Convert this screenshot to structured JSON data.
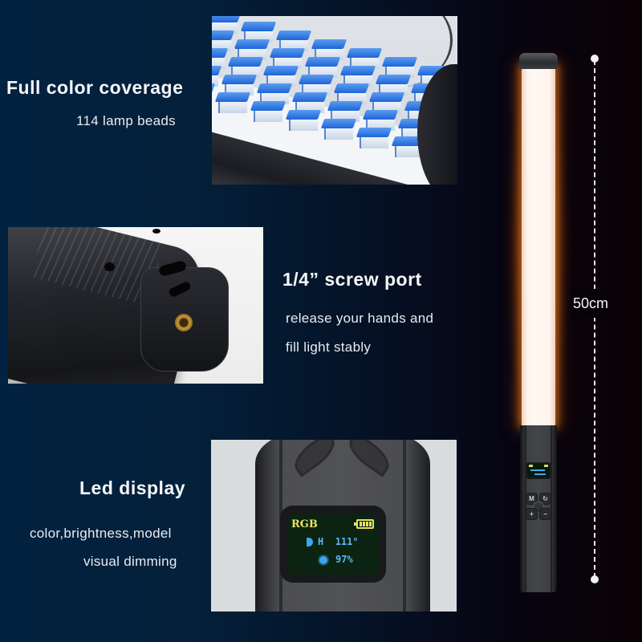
{
  "features": [
    {
      "title": "Full color coverage",
      "description": "114 lamp beads",
      "image": "led-beads-closeup"
    },
    {
      "title": "1/4” screw port",
      "description_lines": [
        "release your hands and",
        "fill light stably"
      ],
      "image": "screw-port-closeup"
    },
    {
      "title": "Led display",
      "description_lines": [
        "color,brightness,model",
        "visual dimming"
      ],
      "image": "oled-display-closeup"
    }
  ],
  "display": {
    "mode": "RGB",
    "hue_label": "H",
    "hue_value": "111°",
    "brightness": "97%",
    "battery_bars": 4,
    "icons": [
      "battery-icon",
      "hue-icon",
      "brightness-sun-icon"
    ]
  },
  "product": {
    "length_label": "50cm",
    "buttons": [
      "M",
      "↻",
      "+",
      "−"
    ]
  },
  "colors": {
    "background_left": "#012240",
    "background_right": "#0c0205",
    "glow": "#e07a1e",
    "oled_yellow": "#eae36a",
    "oled_blue": "#5ab8f2",
    "bead_blue": "#1e66d8"
  }
}
